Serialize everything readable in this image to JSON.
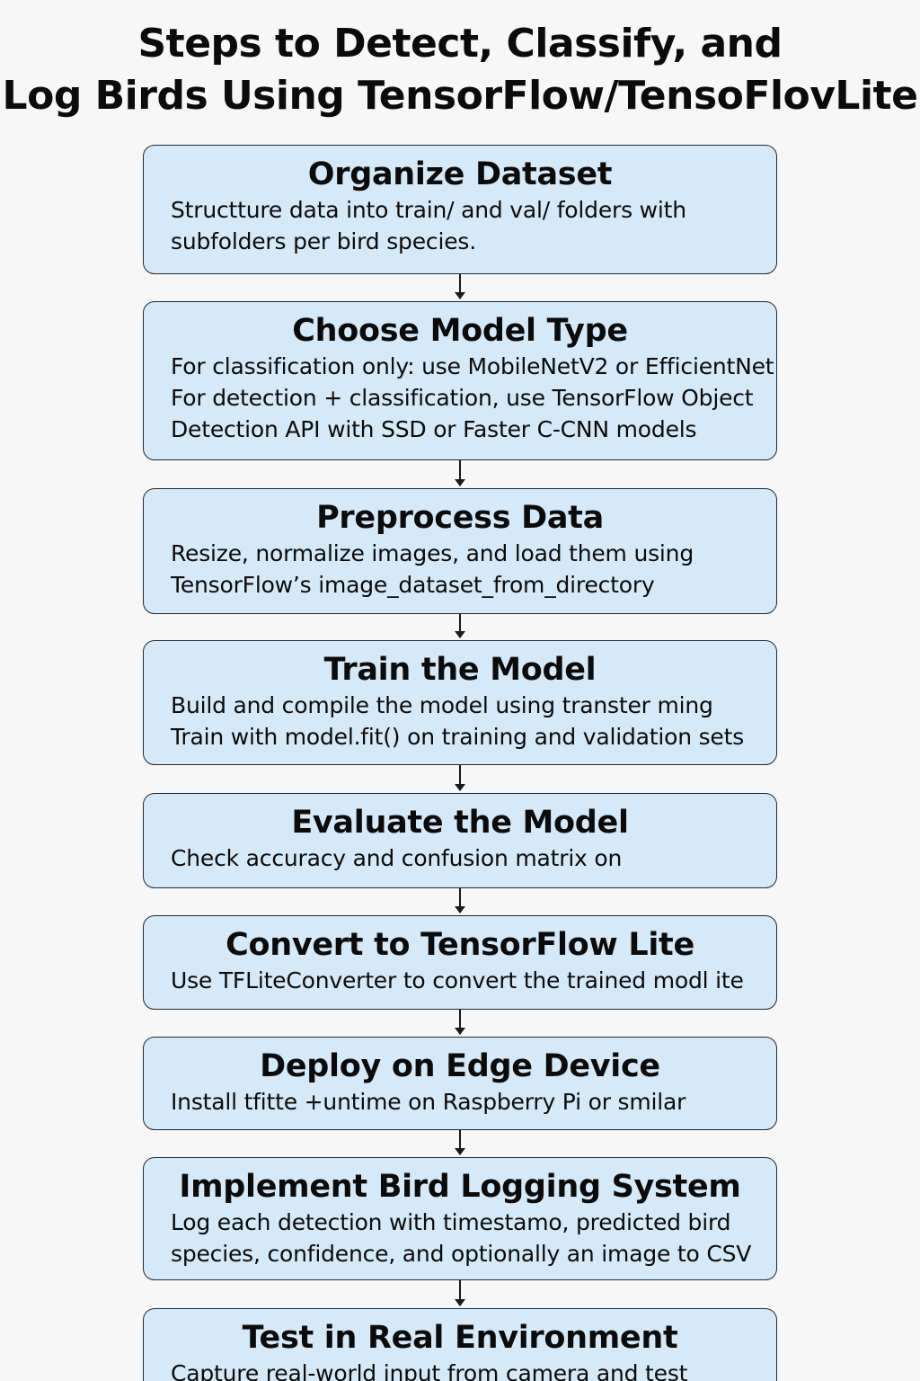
{
  "title": {
    "line1": "Steps to Detect, Classify, and",
    "line2": "Log Birds Using TensorFlow/TensoFlovLite"
  },
  "steps": [
    {
      "title": "Organize Dataset",
      "lines": [
        "Structture data into train/ and val/ folders with",
        "subfolders per bird species."
      ]
    },
    {
      "title": "Choose Model Type",
      "lines": [
        "For classification only: use MobileNetV2 or EfficientNet",
        "For detection + classification, use TensorFlow Object",
        "Detection API with SSD or Faster C-CNN models"
      ]
    },
    {
      "title": "Preprocess Data",
      "lines": [
        "Resize, normalize images, and load them using",
        "TensorFlow’s image_dataset_from_directory"
      ]
    },
    {
      "title": "Train the Model",
      "lines": [
        "Build and compile the model using transter ming",
        "Train with model.fit() on training and validation sets"
      ]
    },
    {
      "title": "Evaluate the Model",
      "lines": [
        "Check accuracy and confusion matrix on"
      ]
    },
    {
      "title": "Convert to TensorFlow Lite",
      "lines": [
        "Use TFLiteConverter to convert the trained modl ite"
      ]
    },
    {
      "title": "Deploy on Edge Device",
      "lines": [
        "Install tfitte +untime on Raspberry Pi or smilar"
      ]
    },
    {
      "title": "Implement Bird Logging System",
      "lines": [
        "Log each detection with timestamo, predicted bird",
        "species, confidence, and optionally an image to CSV"
      ]
    },
    {
      "title": "Test in Real Environment",
      "lines": [
        "Capture real-world input from camera and test"
      ]
    }
  ]
}
